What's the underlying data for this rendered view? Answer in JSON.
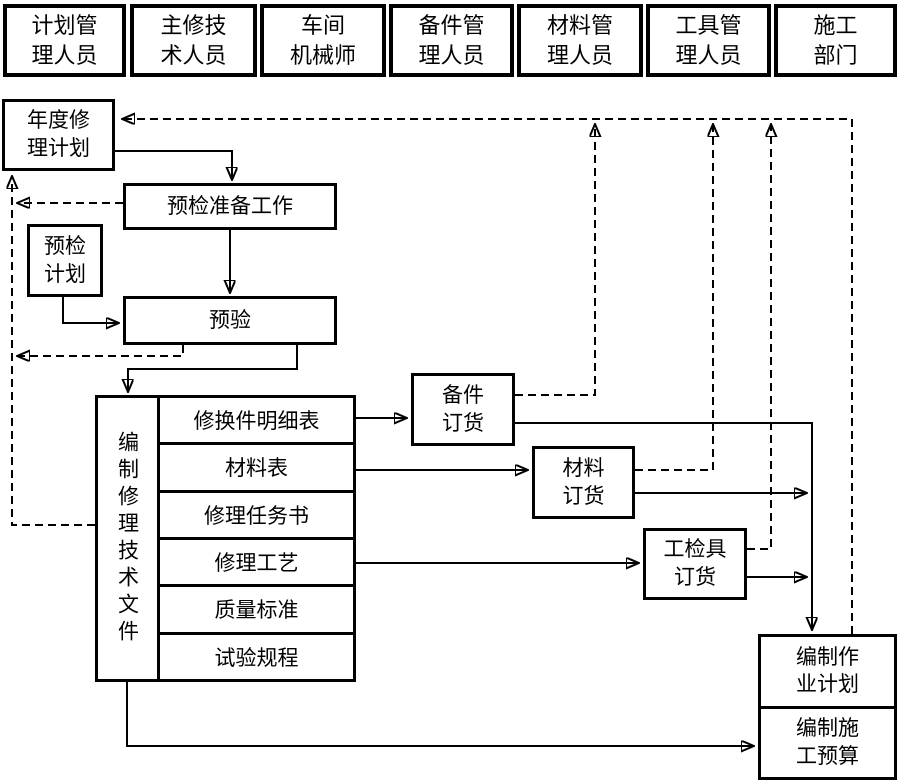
{
  "header": {
    "roles": [
      {
        "label": "计划管\n理人员"
      },
      {
        "label": "主修技\n术人员"
      },
      {
        "label": "车间\n机械师"
      },
      {
        "label": "备件管\n理人员"
      },
      {
        "label": "材料管\n理人员"
      },
      {
        "label": "工具管\n理人员"
      },
      {
        "label": "施工\n部门"
      }
    ]
  },
  "flow": {
    "annual_plan": {
      "label": "年度修\n理计划"
    },
    "prep_work": {
      "label": "预检准备工作"
    },
    "preinspection_plan": {
      "label": "预检\n计划"
    },
    "preacceptance": {
      "label": "预验"
    },
    "doc_compilation": {
      "title": "编制修理技术文件",
      "items": [
        "修换件明细表",
        "材料表",
        "修理任务书",
        "修理工艺",
        "质量标准",
        "试验规程"
      ]
    },
    "spare_parts_order": {
      "label": "备件\n订货"
    },
    "material_order": {
      "label": "材料\n订货"
    },
    "tool_gauge_order": {
      "label": "工检具\n订货"
    },
    "operation_plan": {
      "label": "编制作\n业计划"
    },
    "construction_budget": {
      "label": "编制施\n工预算"
    }
  },
  "colors": {
    "line": "#000000",
    "background": "#ffffff"
  }
}
